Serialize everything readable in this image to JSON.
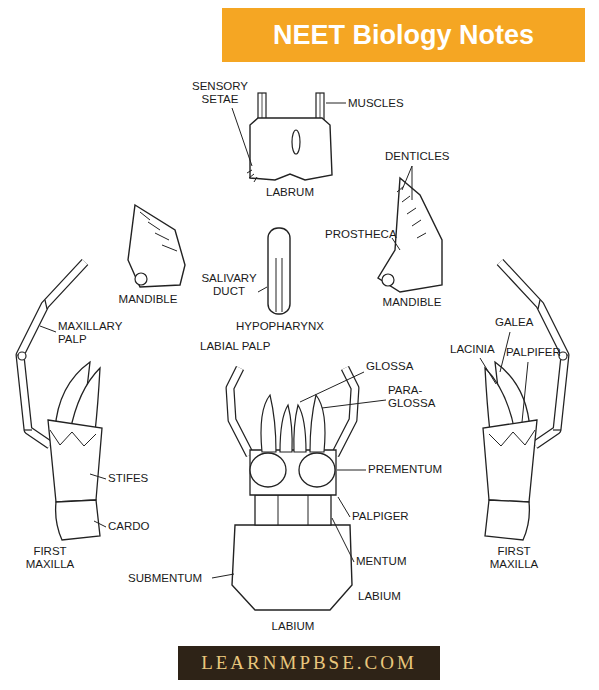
{
  "diagram": {
    "title": "NEET Biology Notes",
    "labels": [
      "SENSORY SETAE",
      "MUSCLES",
      "LABRUM",
      "DENTICLES",
      "PROSTHECA",
      "MANDIBLE",
      "MANDIBLE",
      "SALIVARY DUCT",
      "HYPOPHARYNX",
      "MAXILLARY PALP",
      "LABIAL PALP",
      "GLOSSA",
      "PARA- GLOSSA",
      "GALEA",
      "LACINIA",
      "PALPIFER",
      "PREMENTUM",
      "STIFES",
      "CARDO",
      "PALPIGER",
      "FIRST MAXILLA",
      "FIRST MAXILLA",
      "MENTUM",
      "SUBMENTUM",
      "LABIUM",
      "LABIUM",
      "LEARNMPBSE.COM"
    ]
  }
}
